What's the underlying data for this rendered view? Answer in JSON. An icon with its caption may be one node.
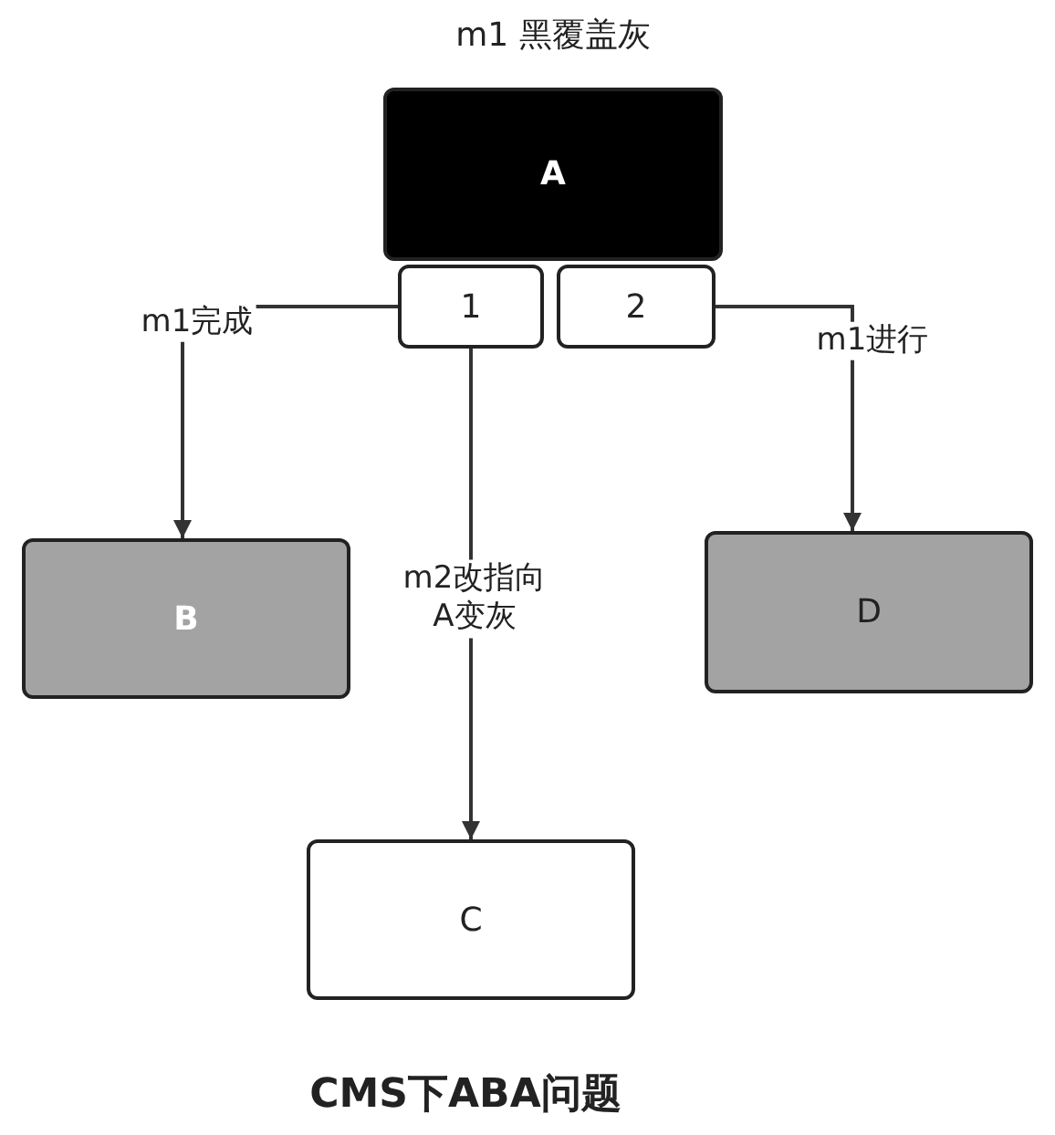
{
  "diagram": {
    "caption": "CMS下ABA问题",
    "nodes": [
      {
        "text": [
          "A"
        ],
        "beside": [
          "m1 黑覆盖灰"
        ]
      },
      {
        "text": [
          "1"
        ]
      },
      {
        "text": [
          "2"
        ]
      },
      {
        "text": [
          "B"
        ]
      },
      {
        "text": [
          "D"
        ]
      },
      {
        "text": [
          "C"
        ]
      }
    ],
    "edges": [
      {
        "from": 1,
        "to": 3,
        "arrow": "to",
        "label": "m1完成"
      },
      {
        "from": 2,
        "to": 4,
        "arrow": "to",
        "label": "m1进行"
      },
      {
        "from": 1,
        "to": 5,
        "arrow": "to",
        "label": "m2改指向 A变灰"
      }
    ]
  }
}
